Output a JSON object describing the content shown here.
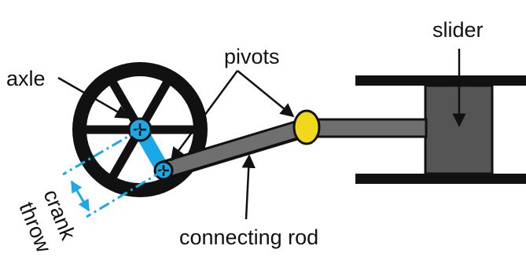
{
  "labels": {
    "axle": "axle",
    "pivots": "pivots",
    "slider": "slider",
    "connecting_rod": "connecting rod",
    "crank": "crank",
    "throw": "throw"
  },
  "colors": {
    "wheel": "#111111",
    "hub": "#1ba8e6",
    "pivot_yellow": "#f2d81a",
    "rod": "#6f6f6f",
    "slider_block": "#555555",
    "dimension_line": "#1ba8e6"
  },
  "icons": {
    "hub_mark": "plus-circle-icon",
    "crank_pin_mark": "plus-circle-icon"
  }
}
